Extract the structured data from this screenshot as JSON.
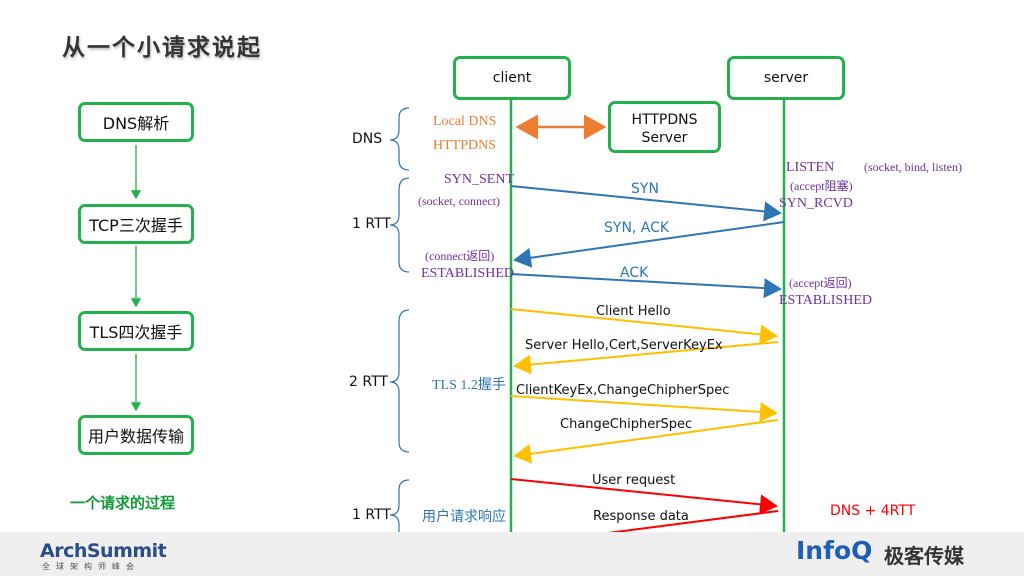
{
  "title": "从一个小请求说起",
  "flow": {
    "steps": [
      "DNS解析",
      "TCP三次握手",
      "TLS四次握手",
      "用户数据传输"
    ],
    "caption": "一个请求的过程"
  },
  "actors": {
    "client": "client",
    "server": "server",
    "httpdns_line1": "HTTPDNS",
    "httpdns_line2": "Server"
  },
  "phases": [
    "DNS",
    "1 RTT",
    "2 RTT",
    "1 RTT"
  ],
  "dns_labels": {
    "local_dns": "Local DNS",
    "httpdns": "HTTPDNS"
  },
  "tcp": {
    "client_states": [
      "SYN_SENT",
      "(socket, connect)",
      "(connect返回)",
      "ESTABLISHED"
    ],
    "server_states": [
      "LISTEN",
      "(socket, bind, listen)",
      "(accept阻塞)",
      "SYN_RCVD",
      "(accept返回)",
      "ESTABLISHED"
    ],
    "messages": [
      "SYN",
      "SYN, ACK",
      "ACK"
    ]
  },
  "tls": {
    "label": "TLS 1.2握手",
    "messages": [
      "Client Hello",
      "Server Hello,Cert,ServerKeyEx",
      "ClientKeyEx,ChangeChipherSpec",
      "ChangeChipherSpec"
    ]
  },
  "data": {
    "label": "用户请求响应",
    "messages": [
      "User request",
      "Response data"
    ],
    "total": "DNS + 4RTT"
  },
  "footer": {
    "arch_logo": "ArchSummit",
    "arch_sub": "全球架构师峰会",
    "infoq": "InfoQ",
    "media": "极客传媒"
  },
  "colors": {
    "box_border": "#22b14c",
    "lifeline": "#22b14c",
    "tcp_arrow": "#2e75b6",
    "tls_arrow": "#ffc000",
    "data_arrow": "#ff0000",
    "dns_arrow": "#ed7d31",
    "total_text": "#ff0000"
  }
}
